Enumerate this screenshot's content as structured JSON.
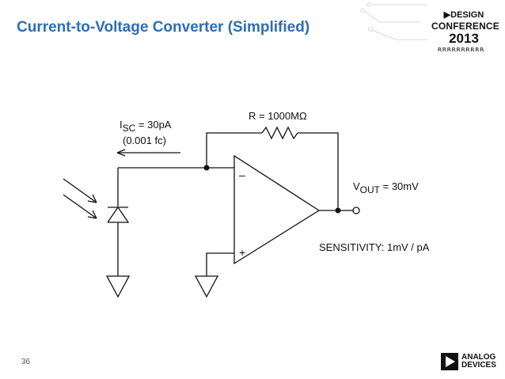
{
  "slide": {
    "title": "Current-to-Voltage Converter (Simplified)",
    "page_number": "36"
  },
  "logo": {
    "line1": "▶DESIGN",
    "line2": "CONFERENCE",
    "line3": "2013",
    "line4": "ʀʀʀʀʀʀʀʀʀʀ"
  },
  "company": {
    "line1": "ANALOG",
    "line2": "DEVICES"
  },
  "circuit": {
    "current_label_prefix": "I",
    "current_label_sub": "SC",
    "current_label_value": " = 30pA",
    "current_label_note": "(0.001 fc)",
    "resistor_label": "R = 1000MΩ",
    "output_label_prefix": "V",
    "output_label_sub": "OUT",
    "output_label_value": " = 30mV",
    "inverting_symbol": "–",
    "noninverting_symbol": "+",
    "sensitivity": "SENSITIVITY: 1mV / pA"
  },
  "colors": {
    "title": "#2e6db4",
    "line": "#111111"
  }
}
